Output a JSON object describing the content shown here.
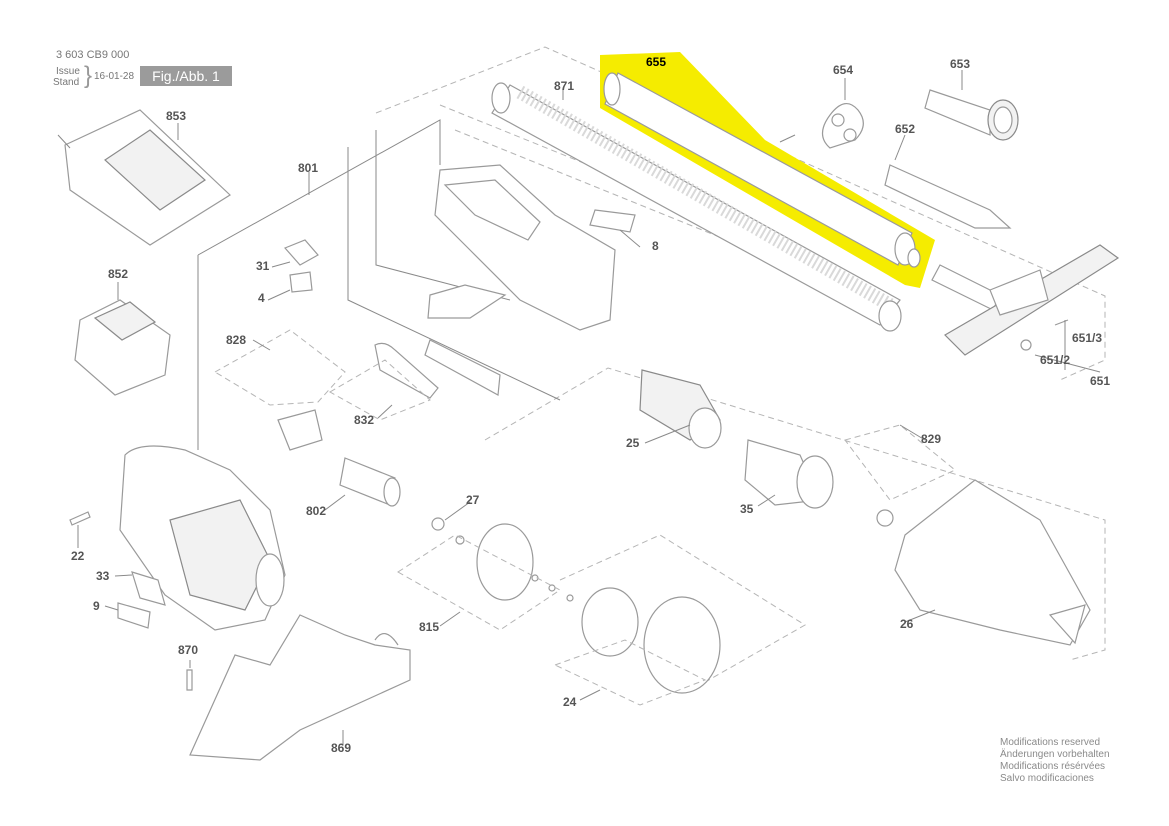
{
  "header": {
    "doc_number": "3 603 CB9 000",
    "issue_label": "Issue",
    "stand_label": "Stand",
    "issue_date": "16-01-28",
    "figure_label": "Fig./Abb. 1"
  },
  "highlight": {
    "part": "655",
    "color": "#f5ec00"
  },
  "part_labels": {
    "p655": "655",
    "p654": "654",
    "p653": "653",
    "p871": "871",
    "p652": "652",
    "p853": "853",
    "p801": "801",
    "p8": "8",
    "p852": "852",
    "p31": "31",
    "p4": "4",
    "p828": "828",
    "p832": "832",
    "p6513": "651/3",
    "p6512": "651/2",
    "p651": "651",
    "p25": "25",
    "p829": "829",
    "p802": "802",
    "p27": "27",
    "p35": "35",
    "p22": "22",
    "p33": "33",
    "p9": "9",
    "p815": "815",
    "p26": "26",
    "p870": "870",
    "p24": "24",
    "p869": "869"
  },
  "notes": [
    "Modifications reserved",
    "Änderungen vorbehalten",
    "Modifications résérvées",
    "Salvo modificaciones"
  ]
}
